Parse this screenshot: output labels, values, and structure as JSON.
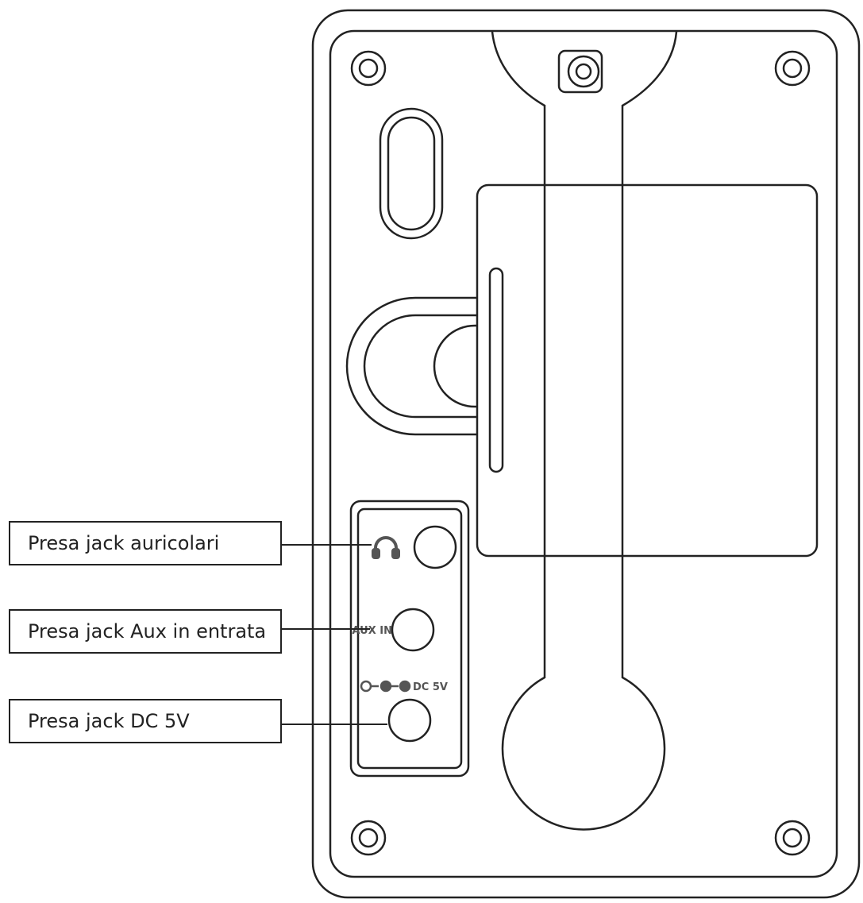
{
  "callouts": [
    {
      "label": "Presa jack auricolari"
    },
    {
      "label": "Presa jack Aux in entrata"
    },
    {
      "label": "Presa jack DC 5V"
    }
  ],
  "panel": {
    "headphone_icon": "headphones-icon",
    "aux_label": "AUX IN",
    "dc_label": "DC 5V",
    "polarity_icon": "dc-polarity-icon"
  },
  "colors": {
    "line": "#222222",
    "panel_text": "#555555"
  }
}
